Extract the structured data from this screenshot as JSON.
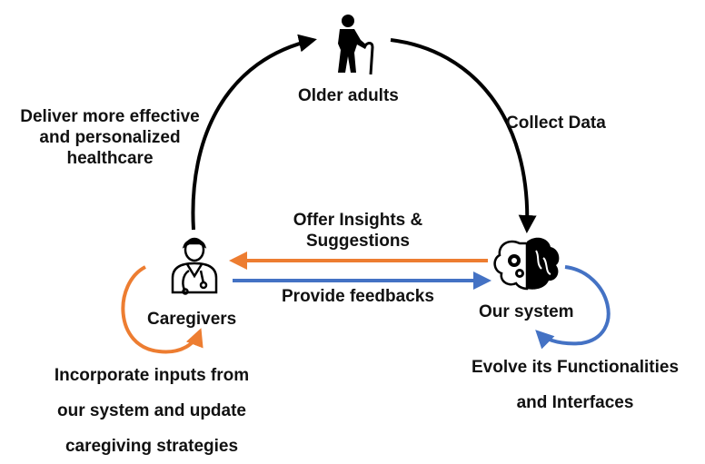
{
  "nodes": {
    "older_adults": {
      "label": "Older adults",
      "icon": "elderly-person-cane-icon"
    },
    "caregivers": {
      "label": "Caregivers",
      "icon": "caregiver-doctor-icon"
    },
    "our_system": {
      "label": "Our system",
      "icon": "brain-gears-icon"
    }
  },
  "edges": {
    "collect_data": "Collect Data",
    "deliver_care": [
      "Deliver more effective",
      "and personalized",
      "healthcare"
    ],
    "offer_insights": [
      "Offer Insights &",
      "Suggestions"
    ],
    "provide_feedbacks": "Provide feedbacks"
  },
  "loops": {
    "caregivers": [
      "Incorporate inputs from",
      "our system and update",
      "caregiving strategies"
    ],
    "system": [
      "Evolve its Functionalities",
      "and Interfaces"
    ]
  },
  "colors": {
    "black_arrow": "#000000",
    "orange_arrow": "#ED7D31",
    "blue_arrow": "#4472C4"
  }
}
